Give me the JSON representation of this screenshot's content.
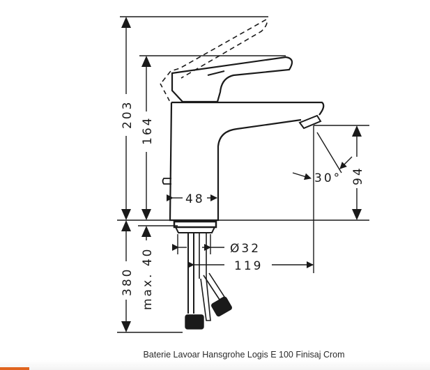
{
  "product": {
    "caption": "Baterie Lavoar Hansgrohe Logis E 100 Finisaj Crom"
  },
  "drawing": {
    "dimensions": {
      "total_height": "203",
      "lever_height": "164",
      "spout_height": "94",
      "spout_angle": "30°",
      "body_width": "48",
      "hole_diameter": "Ø32",
      "spout_reach": "119",
      "hose_length": "380",
      "max_thickness": "max. 40"
    },
    "line_color": "#1a1a1a"
  },
  "accent": {
    "color": "#e0641f"
  }
}
